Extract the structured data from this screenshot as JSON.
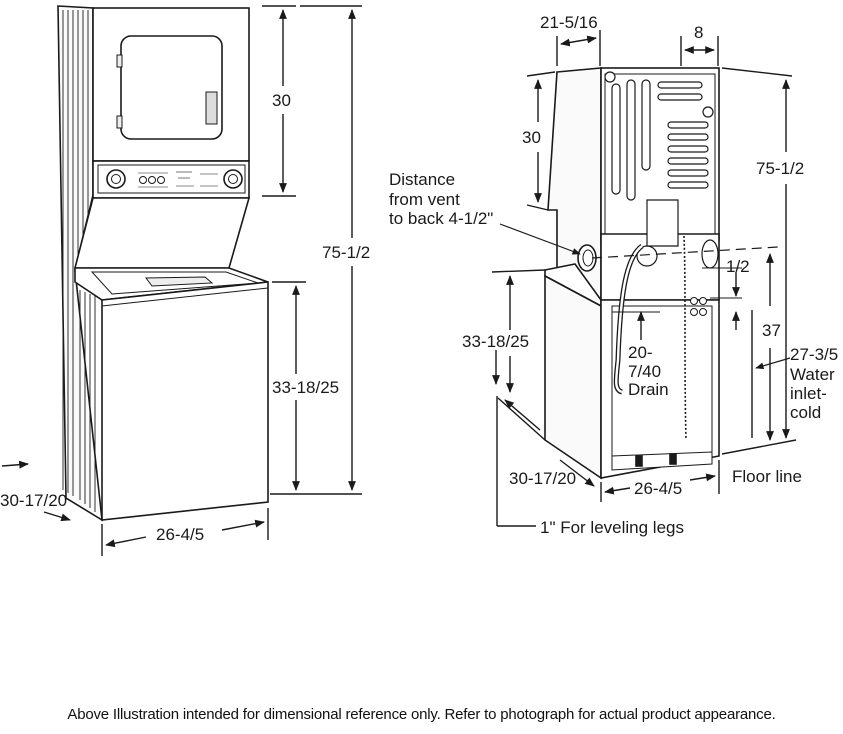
{
  "front_view": {
    "dims": {
      "upper_height": "30",
      "overall_height": "75-1/2",
      "lower_height": "33-18/25",
      "depth": "30-17/20",
      "width": "26-4/5"
    }
  },
  "rear_view": {
    "dims": {
      "vent_offset": "21-5/16",
      "inlet_spacing": "8",
      "upper_height": "30",
      "overall_height": "75-1/2",
      "lower_height": "33-18/25",
      "inlet_offset": "1/2",
      "inlet_height": "37",
      "depth": "30-17/20",
      "width": "26-4/5"
    },
    "labels": {
      "vent_line1": "Distance",
      "vent_line2": "from vent",
      "vent_line3": "to back 4-1/2\"",
      "drain_line1": "20-",
      "drain_line2": "7/40",
      "drain_line3": "Drain",
      "water_line1": "27-3/5",
      "water_line2": "Water",
      "water_line3": "inlet-",
      "water_line4": "cold",
      "floor_line": "Floor line",
      "leveling_legs": "1\" For leveling legs"
    }
  },
  "disclaimer": "Above Illustration intended for dimensional reference only. Refer to photograph for actual product appearance."
}
